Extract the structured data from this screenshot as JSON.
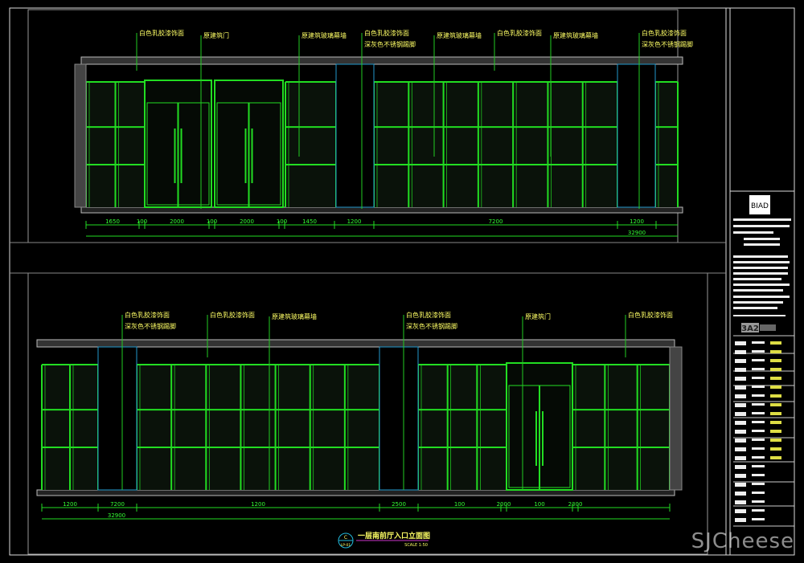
{
  "drawing": {
    "title": "一层南前厅入口立面图",
    "scale": "SCALE  1:50",
    "symbol_top": "C",
    "symbol_bottom": "LP-01"
  },
  "top_elevation": {
    "labels": [
      {
        "lines": [
          "白色乳胶漆饰面"
        ]
      },
      {
        "lines": [
          "原建筑门"
        ]
      },
      {
        "lines": [
          "原建筑玻璃幕墙"
        ]
      },
      {
        "lines": [
          "白色乳胶漆饰面",
          "深灰色不锈钢踢脚"
        ]
      },
      {
        "lines": [
          "原建筑玻璃幕墙"
        ]
      },
      {
        "lines": [
          "白色乳胶漆饰面"
        ]
      },
      {
        "lines": [
          "原建筑玻璃幕墙"
        ]
      },
      {
        "lines": [
          "白色乳胶漆饰面",
          "深灰色不锈钢踢脚"
        ]
      }
    ],
    "dimensions": [
      "1650",
      "100",
      "2000",
      "100",
      "2000",
      "100",
      "1450",
      "1200",
      "7200",
      "1200"
    ],
    "total": "32900"
  },
  "bottom_elevation": {
    "labels": [
      {
        "lines": [
          "白色乳胶漆饰面",
          "深灰色不锈钢踢脚"
        ]
      },
      {
        "lines": [
          "白色乳胶漆饰面"
        ]
      },
      {
        "lines": [
          "原建筑玻璃幕墙"
        ]
      },
      {
        "lines": [
          "白色乳胶漆饰面",
          "深灰色不锈钢踢脚"
        ]
      },
      {
        "lines": [
          "原建筑门"
        ]
      },
      {
        "lines": [
          "白色乳胶漆饰面"
        ]
      }
    ],
    "dimensions": [
      "1200",
      "7200",
      "1200",
      "2500",
      "100",
      "2000",
      "100",
      "2300"
    ],
    "total": "32900"
  },
  "title_block": {
    "logo": "BIAD",
    "sheet_code": "3A2"
  },
  "watermark": "SJCheese",
  "colors": {
    "mullion": "#22dd22",
    "text": "#ffff66",
    "dimension": "#33ff33",
    "frame": "#cccccc",
    "leader": "#22cc22"
  }
}
